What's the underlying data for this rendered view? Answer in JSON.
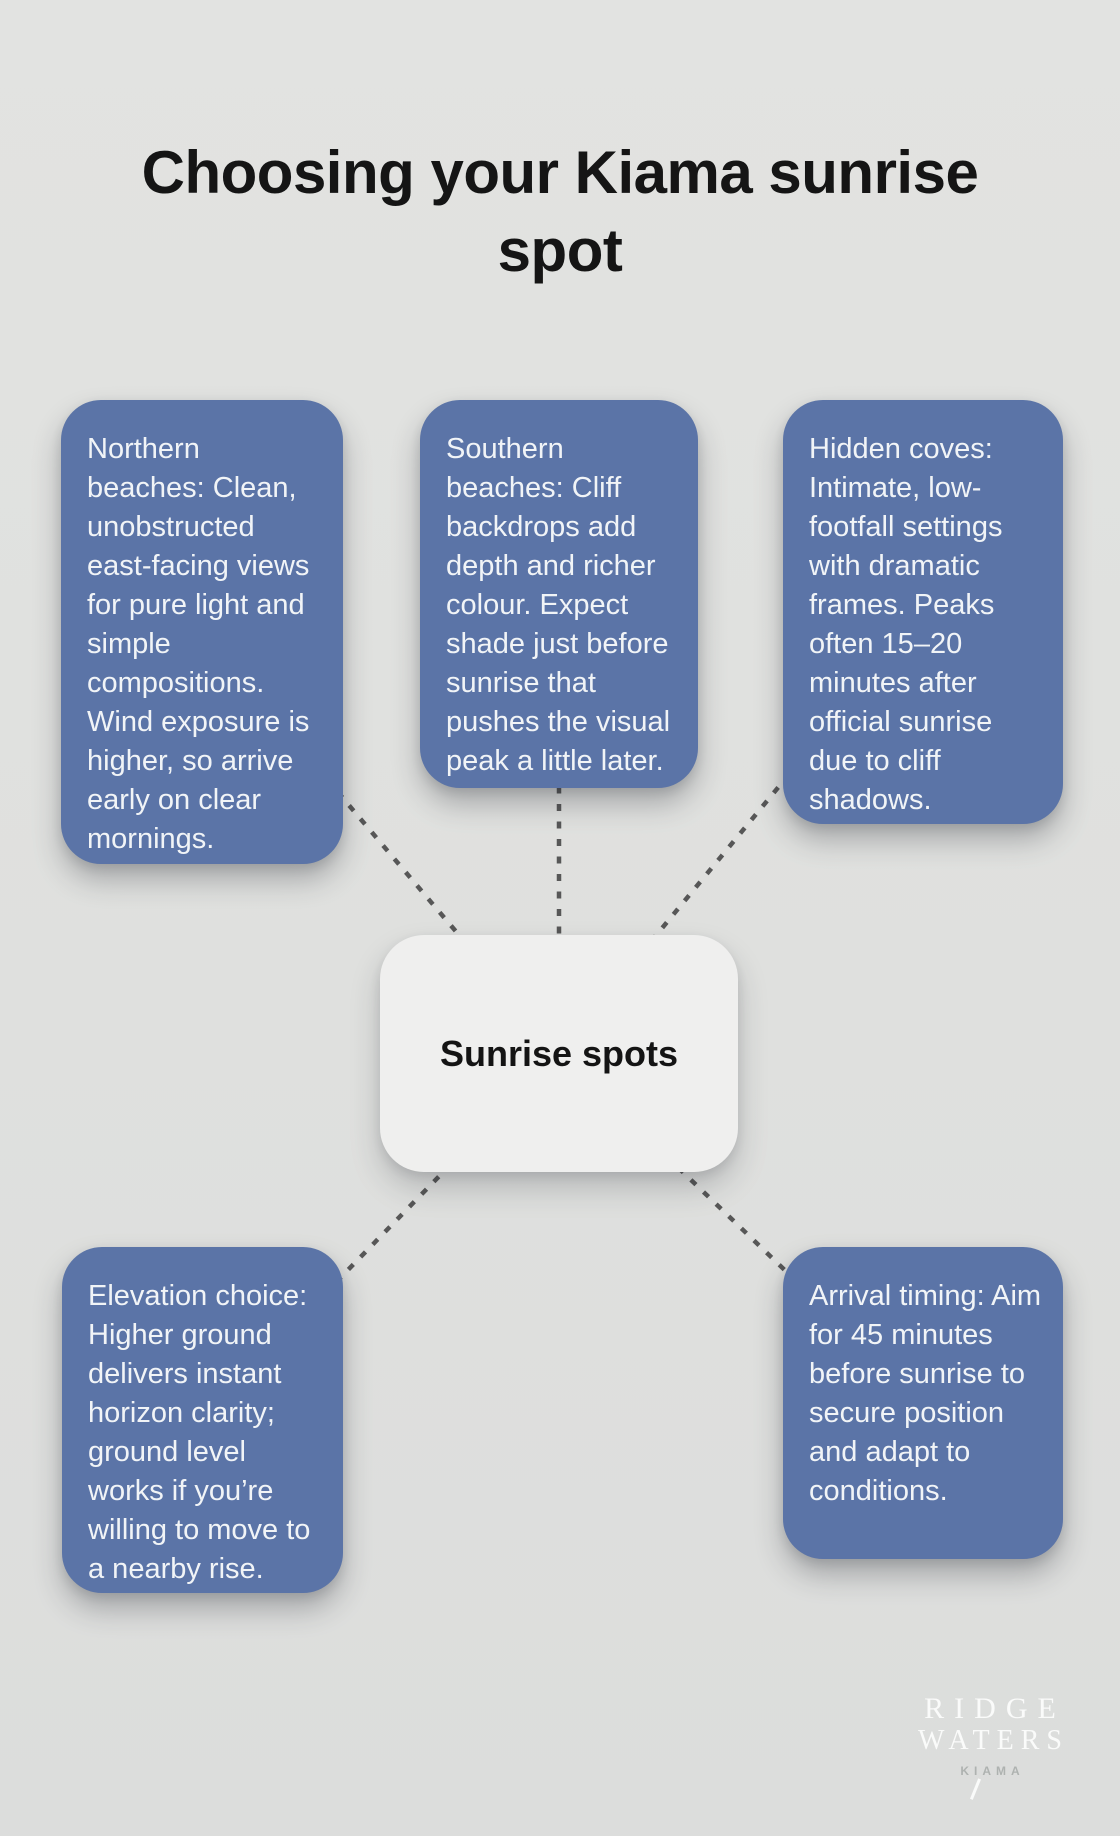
{
  "title": "Choosing your Kiama sunrise spot",
  "hub": {
    "label": "Sunrise spots"
  },
  "nodes": [
    {
      "id": "northern-beaches",
      "text": "Northern beaches: Clean, unobstructed east-facing views for pure light and simple compositions. Wind exposure is higher, so arrive early on clear mornings."
    },
    {
      "id": "southern-beaches",
      "text": "Southern beaches: Cliff backdrops add depth and richer colour. Expect shade just before sunrise that pushes the visual peak a little later."
    },
    {
      "id": "hidden-coves",
      "text": "Hidden coves: Intimate, low-footfall settings with dramatic frames. Peaks often 15–20 minutes after official sunrise due to cliff shadows."
    },
    {
      "id": "elevation-choice",
      "text": "Elevation choice: Higher ground delivers instant horizon clarity; ground level works if you’re willing to move to a nearby rise."
    },
    {
      "id": "arrival-timing",
      "text": "Arrival timing: Aim for 45 minutes before sunrise to secure position and adapt to conditions."
    }
  ],
  "logo": {
    "line1": "RIDGE",
    "line2": "WATERS",
    "line3": "KIAMA"
  },
  "colors": {
    "background": "#dfe0de",
    "node_fill": "#5b74a7",
    "node_text": "#f1f4f7",
    "hub_fill": "#efefee",
    "connector": "#575757",
    "title_text": "#151515"
  }
}
